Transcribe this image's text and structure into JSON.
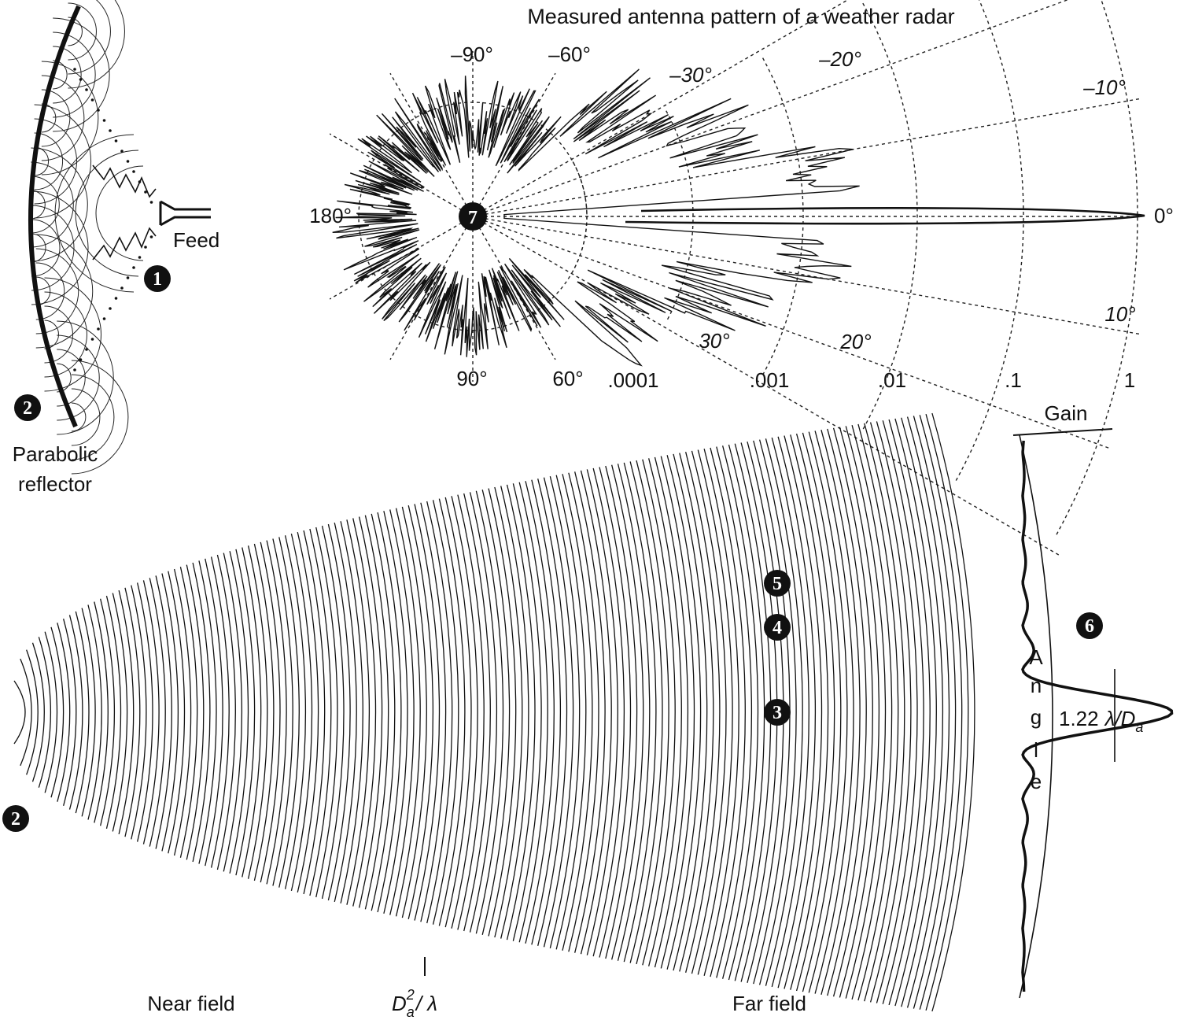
{
  "title": "Measured antenna pattern of a weather radar",
  "feed_label": "Feed",
  "reflector_label_line1": "Parabolic",
  "reflector_label_line2": "reflector",
  "polar": {
    "angle_labels_top": [
      "–90°",
      "–60°",
      "–30°",
      "–20°",
      "–10°"
    ],
    "angle_labels_bottom": [
      "90°",
      "60°",
      "30°",
      "20°",
      "10°"
    ],
    "left_label": "180°",
    "right_label": "0°",
    "gain_ticks": [
      ".0001",
      ".001",
      ".01",
      ".1",
      "1"
    ]
  },
  "beam": {
    "near_field": "Near field",
    "far_field": "Far field",
    "distance_main": "D",
    "distance_sub": "a",
    "distance_sup": "2",
    "distance_rest": "/ λ"
  },
  "profile": {
    "gain_label": "Gain",
    "angle_letters": [
      "A",
      "n",
      "g",
      "l",
      "e"
    ],
    "width_prefix": "1.22",
    "width_lambda": "λ/D",
    "width_sub": "a"
  },
  "badges": [
    "1",
    "2",
    "2",
    "3",
    "4",
    "5",
    "6",
    "7"
  ]
}
